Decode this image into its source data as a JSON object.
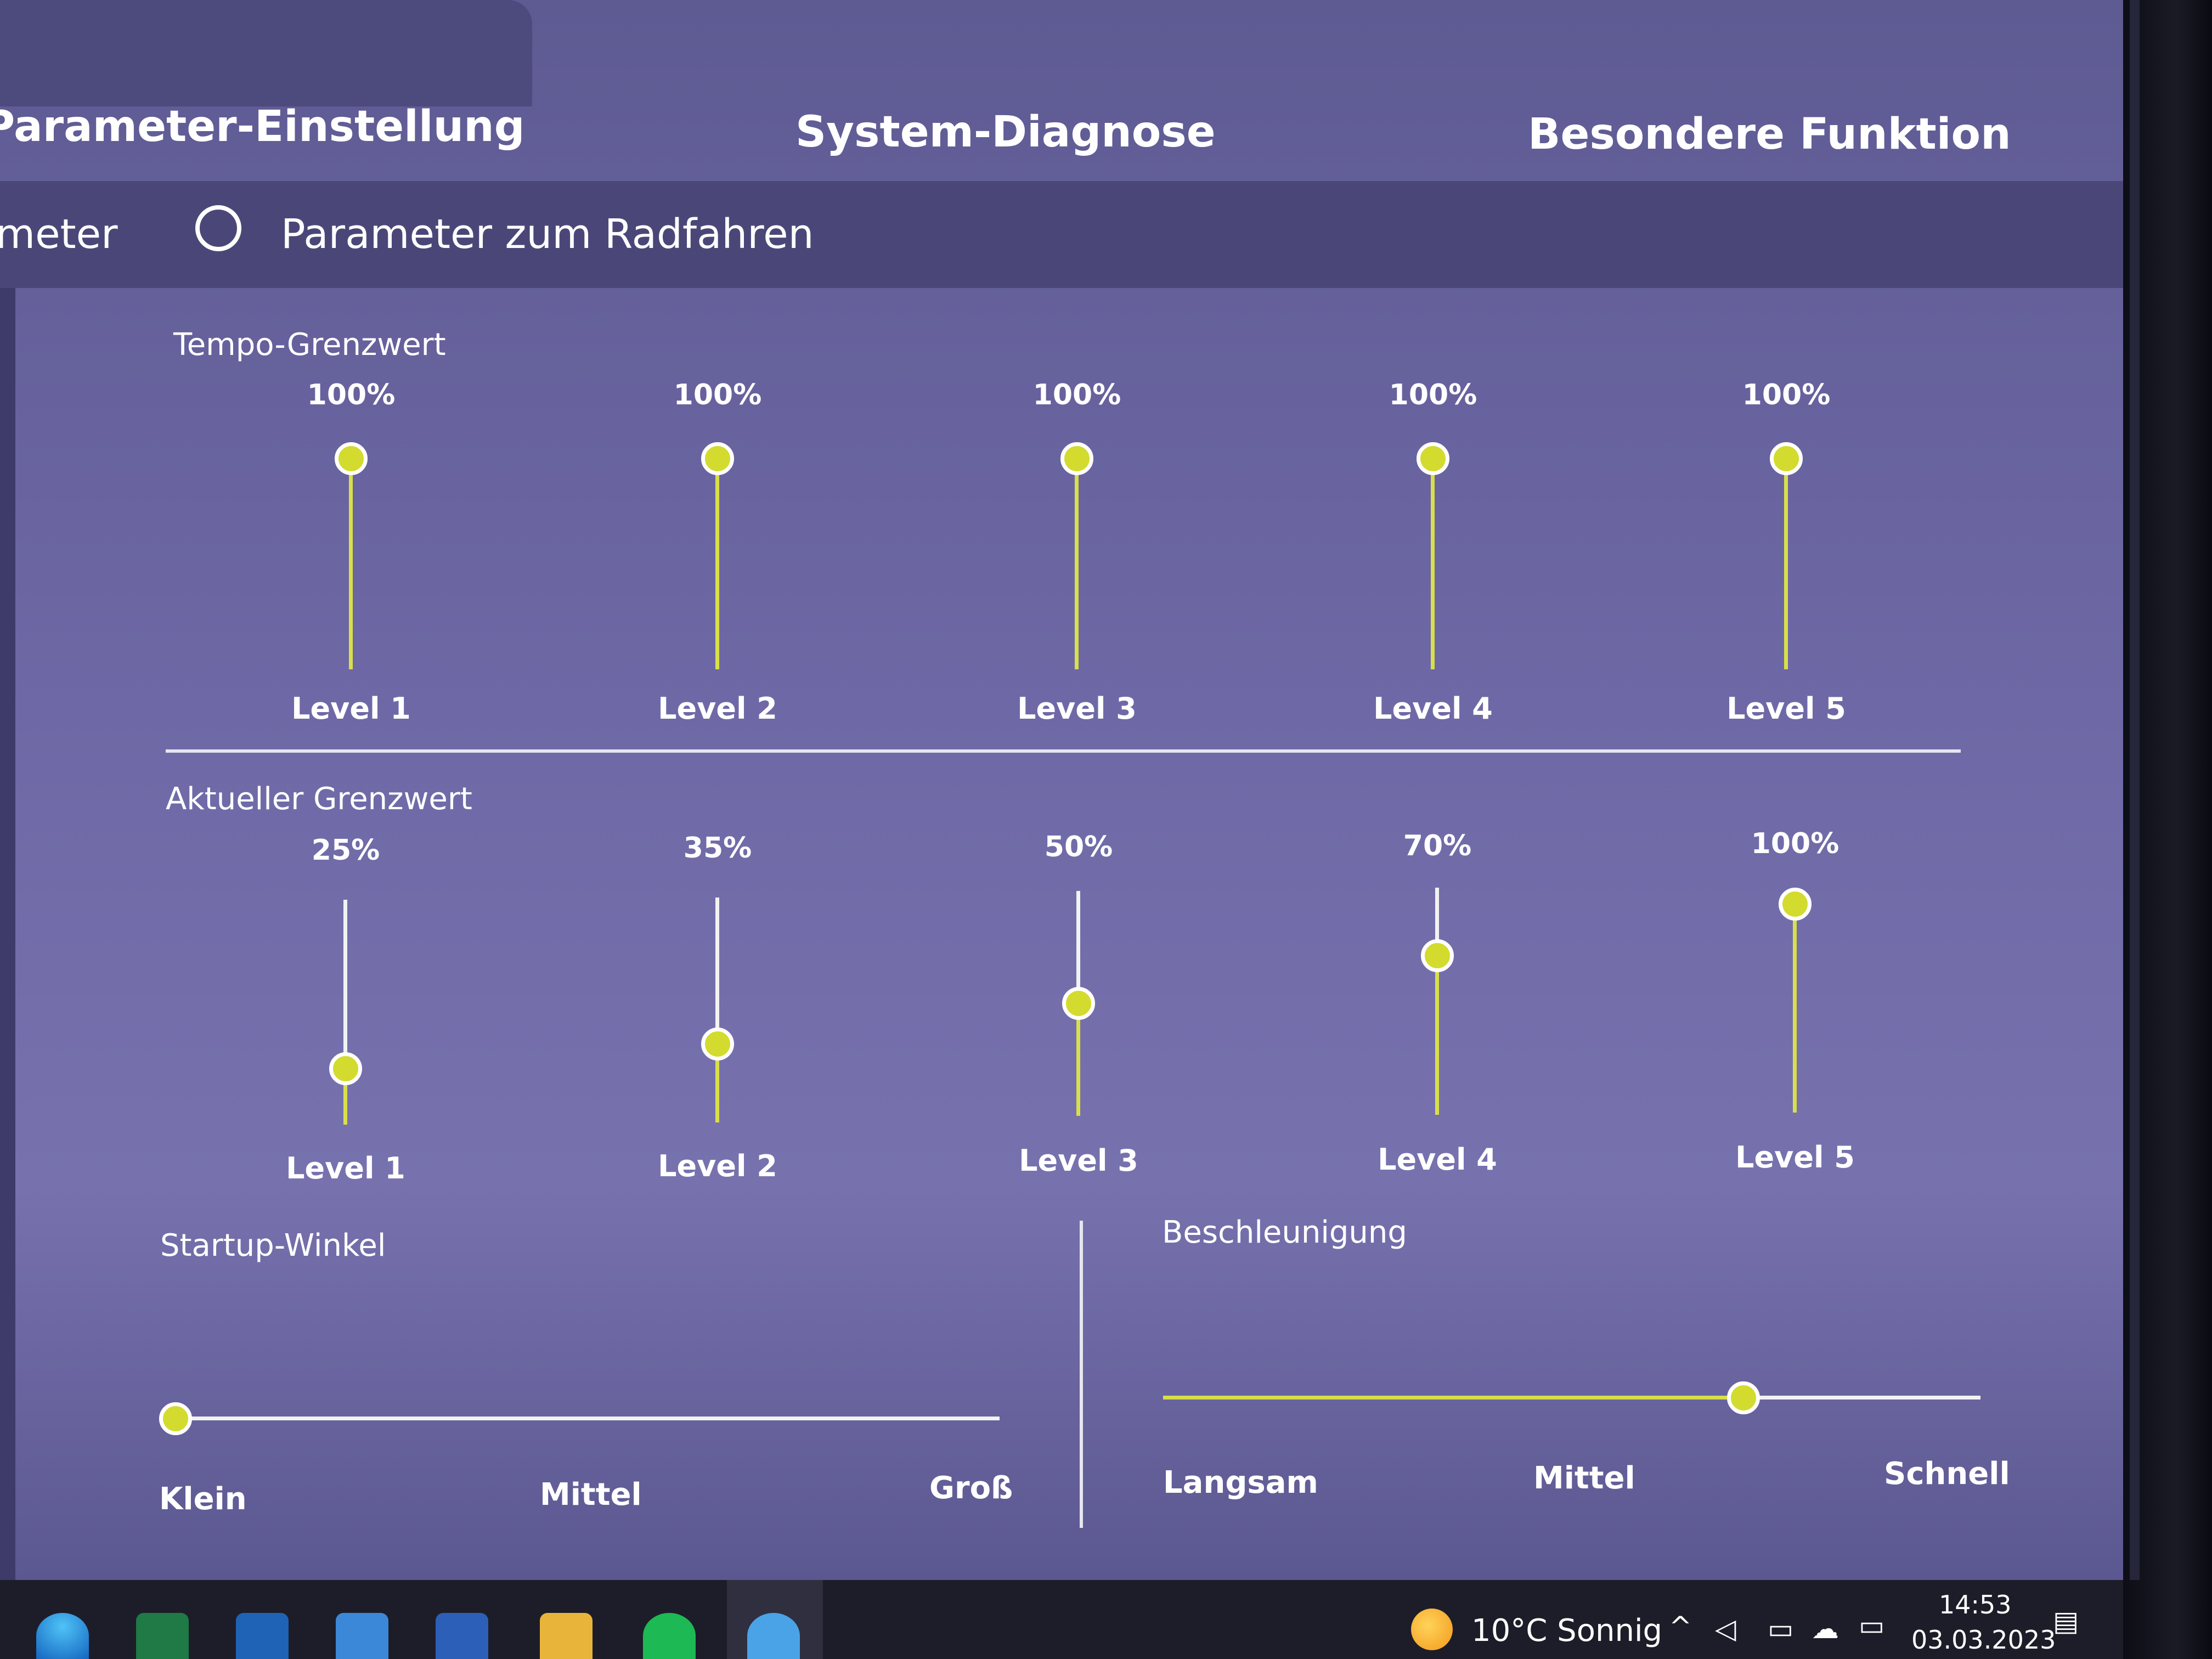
{
  "tabs": {
    "parameter": "Parameter-Einstellung",
    "diagnose": "System-Diagnose",
    "funktion": "Besondere Funktion"
  },
  "subbar": {
    "left_label": "meter",
    "radio_label": "Parameter zum Radfahren"
  },
  "tempo": {
    "title": "Tempo-Grenzwert",
    "sliders": [
      {
        "label": "Level 1",
        "value": "100%",
        "level": 1.0
      },
      {
        "label": "Level 2",
        "value": "100%",
        "level": 1.0
      },
      {
        "label": "Level 3",
        "value": "100%",
        "level": 1.0
      },
      {
        "label": "Level 4",
        "value": "100%",
        "level": 1.0
      },
      {
        "label": "Level 5",
        "value": "100%",
        "level": 1.0
      }
    ]
  },
  "aktuell": {
    "title": "Aktueller Grenzwert",
    "sliders": [
      {
        "label": "Level 1",
        "value": "25%",
        "level": 0.25
      },
      {
        "label": "Level 2",
        "value": "35%",
        "level": 0.35
      },
      {
        "label": "Level 3",
        "value": "50%",
        "level": 0.5
      },
      {
        "label": "Level 4",
        "value": "70%",
        "level": 0.7
      },
      {
        "label": "Level 5",
        "value": "100%",
        "level": 1.0
      }
    ]
  },
  "startup": {
    "title": "Startup-Winkel",
    "labels": [
      "Klein",
      "Mittel",
      "Groß"
    ],
    "level": 0.0
  },
  "beschleunigung": {
    "title": "Beschleunigung",
    "labels": [
      "Langsam",
      "Mittel",
      "Schnell"
    ],
    "level": 0.71
  },
  "taskbar": {
    "weather": "10°C Sonnig",
    "time": "14:53",
    "date": "03.03.2023",
    "apps": [
      "edge-icon",
      "excel-icon",
      "outlook-icon",
      "mail-icon",
      "word-icon",
      "files-icon",
      "spotify-icon",
      "remote-icon"
    ]
  },
  "colors": {
    "accent": "#d3db2e",
    "panel": "#6e69a6",
    "subbar": "#4a4778"
  }
}
